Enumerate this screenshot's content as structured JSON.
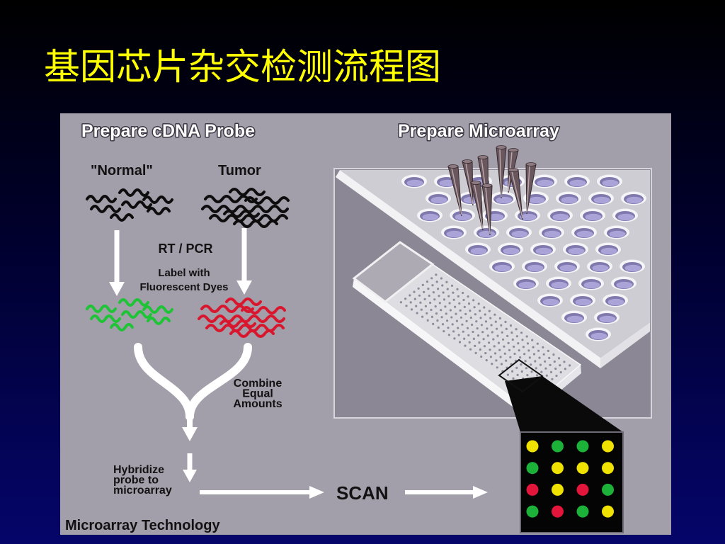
{
  "slide": {
    "title": "基因芯片杂交检测流程图",
    "colors": {
      "background_top": "#000000",
      "background_bottom": "#05056a",
      "title": "#ffff00"
    }
  },
  "diagram": {
    "left_heading": "Prepare cDNA Probe",
    "right_heading": "Prepare Microarray",
    "sample_normal": "\"Normal\"",
    "sample_tumor": "Tumor",
    "step_rt_pcr": "RT / PCR",
    "step_label": [
      "Label with",
      "Fluorescent Dyes"
    ],
    "step_combine": [
      "Combine",
      "Equal",
      "Amounts"
    ],
    "step_hybridize": [
      "Hybridize",
      "probe to",
      "microarray"
    ],
    "step_scan": "SCAN",
    "footer": "Microarray Technology",
    "colors": {
      "panel": "#a29eaa",
      "unlabeled_cdna": "#0d0d0d",
      "normal_dye": "#1ec336",
      "tumor_dye": "#d8172e",
      "arrow": "#ffffff",
      "well_liquid": "#a9a3d8"
    }
  },
  "scan_result": {
    "palette": {
      "yellow": "#f0e200",
      "green": "#1cb23a",
      "red": "#e3153b"
    },
    "grid": [
      [
        "yellow",
        "green",
        "green",
        "yellow"
      ],
      [
        "green",
        "yellow",
        "yellow",
        "yellow"
      ],
      [
        "red",
        "yellow",
        "red",
        "green"
      ],
      [
        "green",
        "red",
        "green",
        "yellow"
      ]
    ]
  }
}
